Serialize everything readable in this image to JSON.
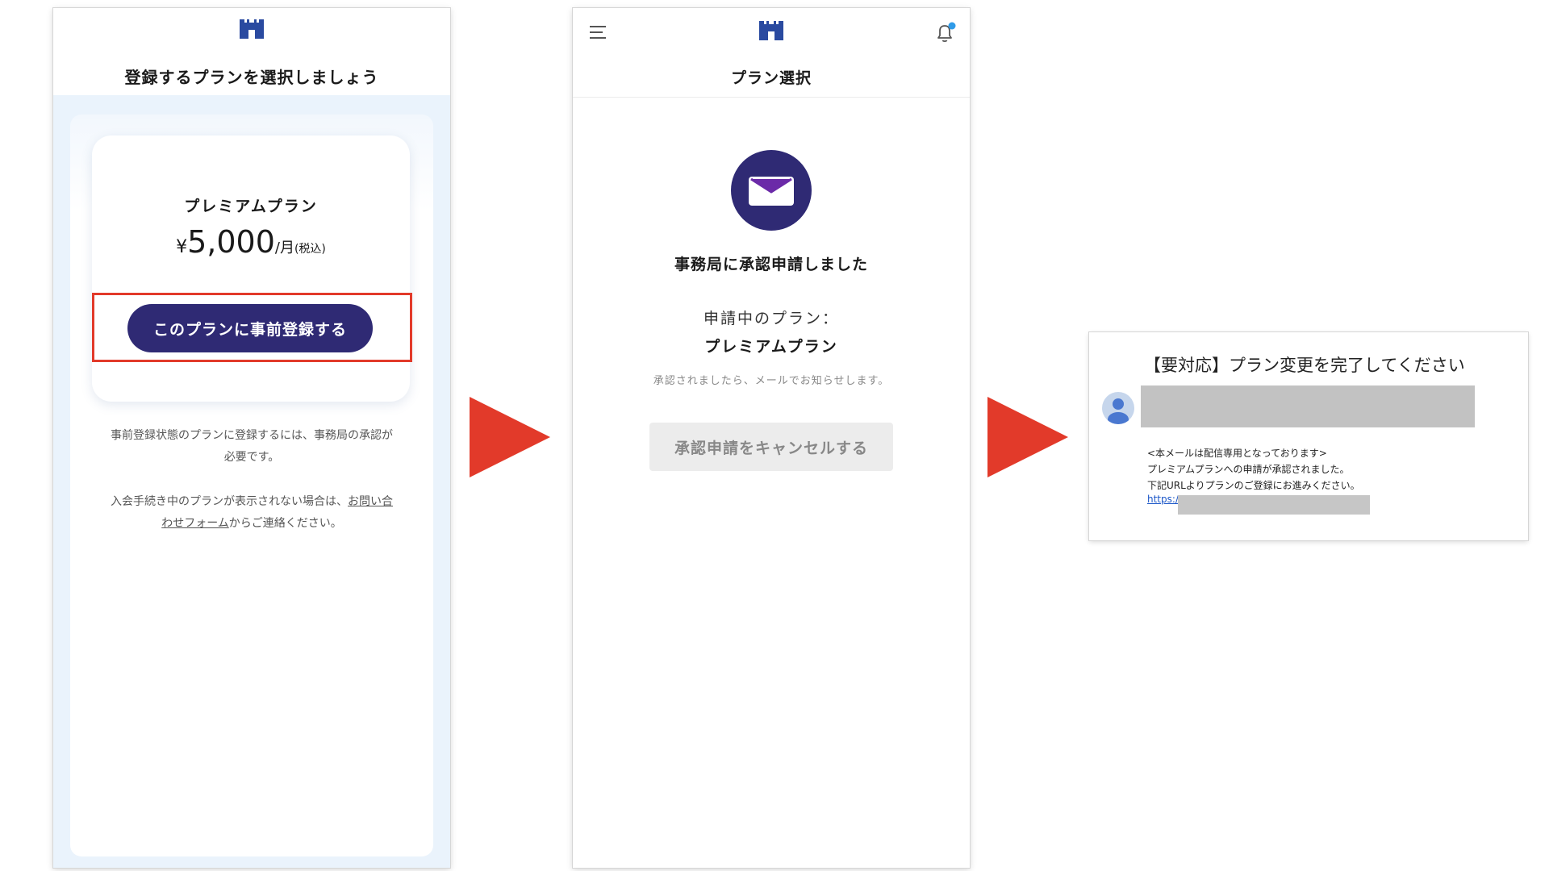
{
  "colors": {
    "brand_navy": "#2f2a74",
    "logo_blue": "#2a4aa0",
    "highlight_red": "#e23a2a",
    "arrow_red": "#e23a2a",
    "notification_dot": "#2f9be8",
    "mail_purple": "#6b2aa8"
  },
  "screen1": {
    "logo_icon": "castle-logo-icon",
    "title": "登録するプランを選択しましょう",
    "card": {
      "plan_name": "プレミアムプラン",
      "price_prefix": "¥",
      "price_amount": "5,000",
      "price_unit": "/月",
      "price_tax": "(税込)",
      "button_label": "このプランに事前登録する"
    },
    "note_line1": "事前登録状態のプランに登録するには、事務局の承認が",
    "note_line2": "必要です。",
    "contact_line1_prefix": "入会手続き中のプランが表示されない場合は、",
    "contact_link_part1": "お問い合",
    "contact_link_part2": "わせフォーム",
    "contact_line2_suffix": "からご連絡ください。"
  },
  "arrows": {
    "icon": "right-triangle-arrow-icon"
  },
  "screen2": {
    "menu_icon": "hamburger-menu-icon",
    "logo_icon": "castle-logo-icon",
    "bell_icon": "notification-bell-icon",
    "title": "プラン選択",
    "mail_icon": "envelope-icon",
    "status_title": "事務局に承認申請しました",
    "plan_label": "申請中のプラン：",
    "plan_name": "プレミアムプラン",
    "notice": "承認されましたら、メールでお知らせします。",
    "cancel_button_label": "承認申請をキャンセルする"
  },
  "email": {
    "subject": "【要対応】プラン変更を完了してください",
    "avatar_icon": "user-avatar-icon",
    "body_line1": "<本メールは配信専用となっております>",
    "body_line2": "プレミアムプランへの申請が承認されました。",
    "body_line3": "下記URLよりプランのご登録にお進みください。",
    "link_text": "https://"
  }
}
